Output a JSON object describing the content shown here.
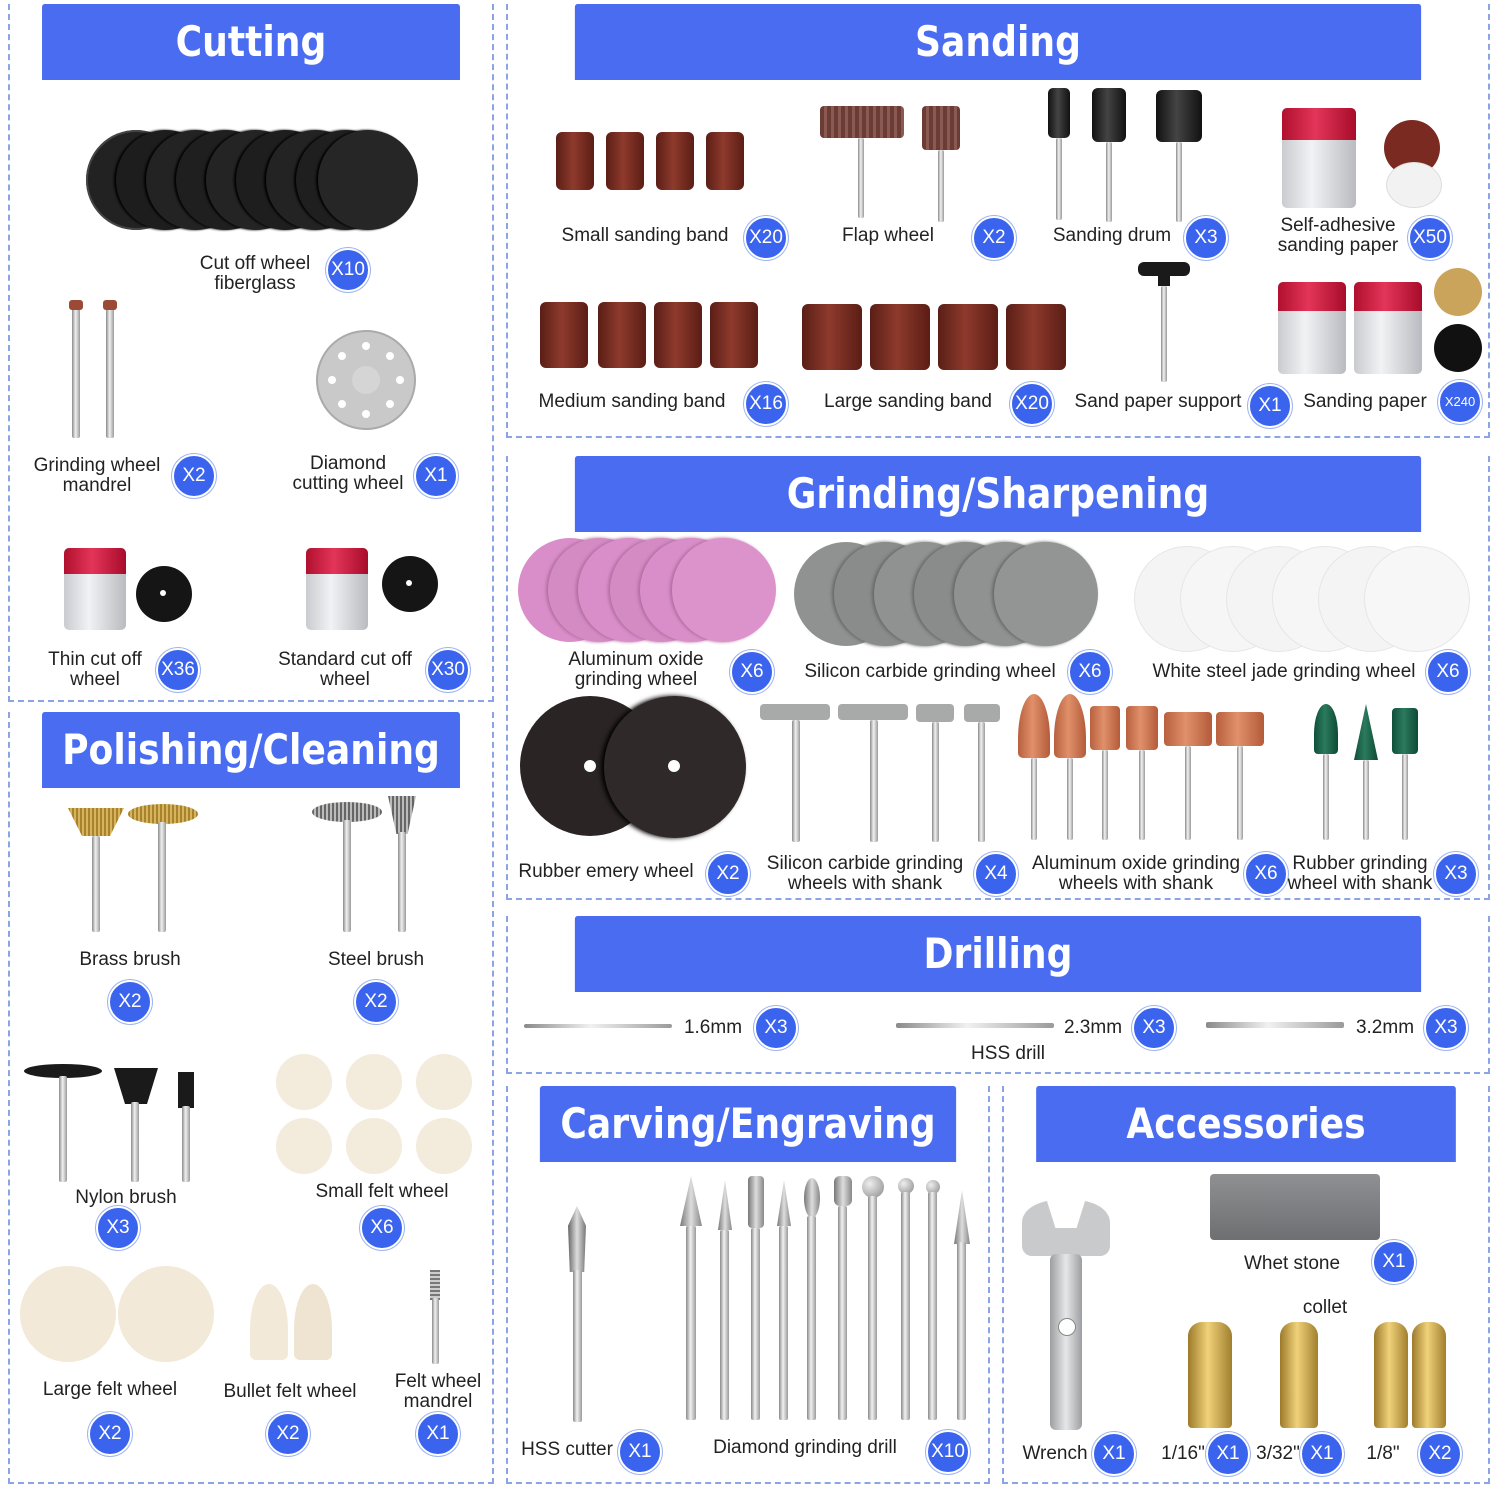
{
  "colors": {
    "header": "#4a6cf0",
    "badge": "#3a63ee",
    "border": "#8aa4e6"
  },
  "cutting": {
    "title": "Cutting",
    "cut_off_wheel": {
      "label": "Cut off wheel\nfiberglass",
      "qty": "X10"
    },
    "grinding_mandrel": {
      "label": "Grinding wheel\nmandrel",
      "qty": "X2"
    },
    "diamond_wheel": {
      "label": "Diamond\ncutting wheel",
      "qty": "X1"
    },
    "thin_cut": {
      "label": "Thin cut off\nwheel",
      "qty": "X36"
    },
    "standard_cut": {
      "label": "Standard cut off\nwheel",
      "qty": "X30"
    }
  },
  "sanding": {
    "title": "Sanding",
    "small_band": {
      "label": "Small sanding band",
      "qty": "X20"
    },
    "flap_wheel": {
      "label": "Flap wheel",
      "qty": "X2"
    },
    "drum": {
      "label": "Sanding drum",
      "qty": "X3"
    },
    "adhesive": {
      "label": "Self-adhesive\nsanding paper",
      "qty": "X50"
    },
    "medium_band": {
      "label": "Medium sanding band",
      "qty": "X16"
    },
    "large_band": {
      "label": "Large sanding band",
      "qty": "X20"
    },
    "support": {
      "label": "Sand paper support",
      "qty": "X1"
    },
    "paper": {
      "label": "Sanding paper",
      "qty": "X240"
    }
  },
  "grinding": {
    "title": "Grinding/Sharpening",
    "alox_wheel": {
      "label": "Aluminum oxide\ngrinding wheel",
      "qty": "X6"
    },
    "sic_wheel": {
      "label": "Silicon carbide grinding wheel",
      "qty": "X6"
    },
    "white_jade": {
      "label": "White steel jade grinding wheel",
      "qty": "X6"
    },
    "rubber_emery": {
      "label": "Rubber emery wheel",
      "qty": "X2"
    },
    "sic_shank": {
      "label": "Silicon carbide grinding\nwheels with shank",
      "qty": "X4"
    },
    "alox_shank": {
      "label": "Aluminum oxide grinding\nwheels with shank",
      "qty": "X6"
    },
    "rubber_shank": {
      "label": "Rubber grinding\nwheel with shank",
      "qty": "X3"
    }
  },
  "drilling": {
    "title": "Drilling",
    "d1": {
      "label": "1.6mm",
      "qty": "X3"
    },
    "d2": {
      "label": "2.3mm",
      "qty": "X3"
    },
    "d3": {
      "label": "3.2mm",
      "qty": "X3"
    },
    "caption": "HSS drill"
  },
  "polishing": {
    "title": "Polishing/Cleaning",
    "brass": {
      "label": "Brass brush",
      "qty": "X2"
    },
    "steel": {
      "label": "Steel brush",
      "qty": "X2"
    },
    "nylon": {
      "label": "Nylon brush",
      "qty": "X3"
    },
    "small_felt": {
      "label": "Small felt wheel",
      "qty": "X6"
    },
    "large_felt": {
      "label": "Large felt wheel",
      "qty": "X2"
    },
    "bullet_felt": {
      "label": "Bullet felt wheel",
      "qty": "X2"
    },
    "felt_mandrel": {
      "label": "Felt wheel\nmandrel",
      "qty": "X1"
    }
  },
  "carving": {
    "title": "Carving/Engraving",
    "hss_cutter": {
      "label": "HSS cutter",
      "qty": "X1"
    },
    "diamond_drill": {
      "label": "Diamond grinding drill",
      "qty": "X10"
    }
  },
  "accessories": {
    "title": "Accessories",
    "whet": {
      "label": "Whet stone",
      "qty": "X1"
    },
    "collet_caption": "collet",
    "wrench": {
      "label": "Wrench",
      "qty": "X1"
    },
    "c1": {
      "label": "1/16\"",
      "qty": "X1"
    },
    "c2": {
      "label": "3/32\"",
      "qty": "X1"
    },
    "c3": {
      "label": "1/8\"",
      "qty": "X2"
    }
  }
}
